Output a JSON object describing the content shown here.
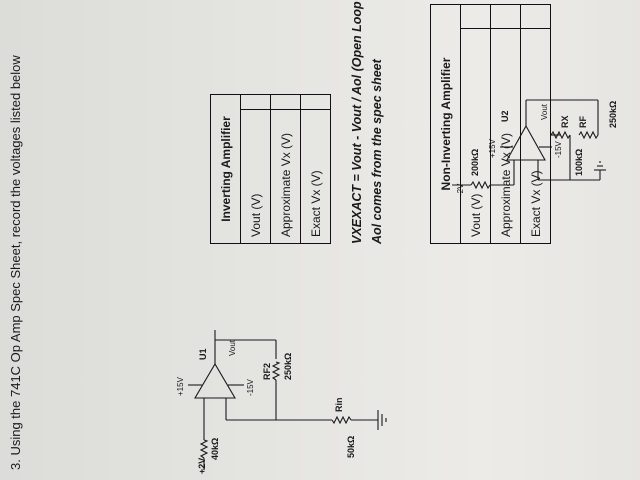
{
  "question": "3.  Using the 741C Op Amp Spec Sheet, record the voltages listed below",
  "circuit_inverting": {
    "opamp": "U1",
    "pos_supply": "+15V",
    "neg_supply": "-15V",
    "input_voltage": "+2V",
    "r1_value": "40kΩ",
    "rin_label": "Rin",
    "rin_value": "50kΩ",
    "rf_label": "RF2",
    "rf_value": "250kΩ",
    "output": "Vout"
  },
  "circuit_noninverting": {
    "opamp": "U2",
    "pos_supply": "+15V",
    "neg_supply": "-15V",
    "input_voltage": "-2V",
    "r1_value": "200kΩ",
    "rf_label": "RF",
    "rf_value": "250kΩ",
    "rx_label": "RX",
    "rx_value": "100kΩ",
    "output": "Vout"
  },
  "table_inverting": {
    "header": "Inverting Amplifier",
    "rows": [
      "Vout (V)",
      "Approximate Vx (V)",
      "Exact Vx (V)"
    ]
  },
  "table_noninverting": {
    "header": "Non-Inverting Amplifier",
    "rows": [
      "Vout (V)",
      "Approximate Vx (V)",
      "Exact Vx (V)"
    ]
  },
  "notes": [
    "VXEXACT = Vout - Vout / Aol  (Open Loop Gain)",
    "Aol comes from the spec sheet"
  ]
}
